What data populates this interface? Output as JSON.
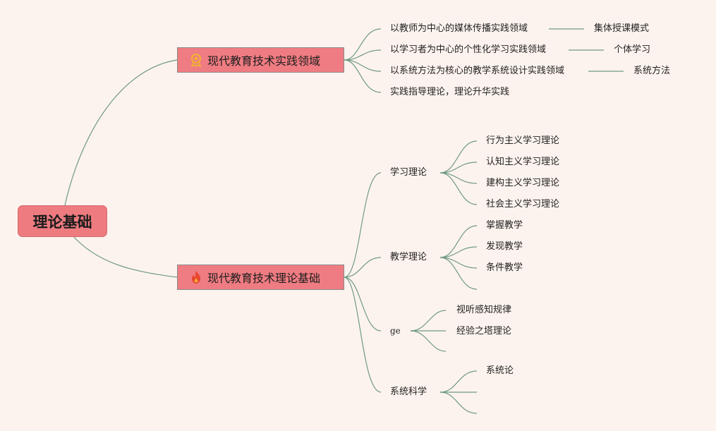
{
  "root": "理论基础",
  "branch_practice": {
    "label": "现代教育技术实践领域",
    "icon": "award-medal-icon",
    "items": [
      {
        "label": "以教师为中心的媒体传播实践领域",
        "note": "集体授课模式"
      },
      {
        "label": "以学习者为中心的个性化学习实践领域",
        "note": "个体学习"
      },
      {
        "label": "以系统方法为核心的教学系统设计实践领域",
        "note": "系统方法"
      },
      {
        "label": "实践指导理论，理论升华实践"
      }
    ]
  },
  "branch_theory": {
    "label": "现代教育技术理论基础",
    "icon": "fire-icon",
    "groups": [
      {
        "label": "学习理论",
        "children": [
          "行为主义学习理论",
          "认知主义学习理论",
          "建构主义学习理论",
          "社会主义学习理论"
        ]
      },
      {
        "label": "教学理论",
        "children": [
          "掌握教学",
          "发现教学",
          "条件教学"
        ]
      },
      {
        "label": "ge",
        "children": [
          "视听感知规律",
          "经验之塔理论"
        ]
      },
      {
        "label": "系统科学",
        "children": [
          "系统论"
        ]
      }
    ]
  },
  "colors": {
    "background": "#fdf3ee",
    "node_fill": "#ef7c82",
    "line": "#6f9a82",
    "medal": "#f2b235",
    "fire": "#e8452f"
  }
}
